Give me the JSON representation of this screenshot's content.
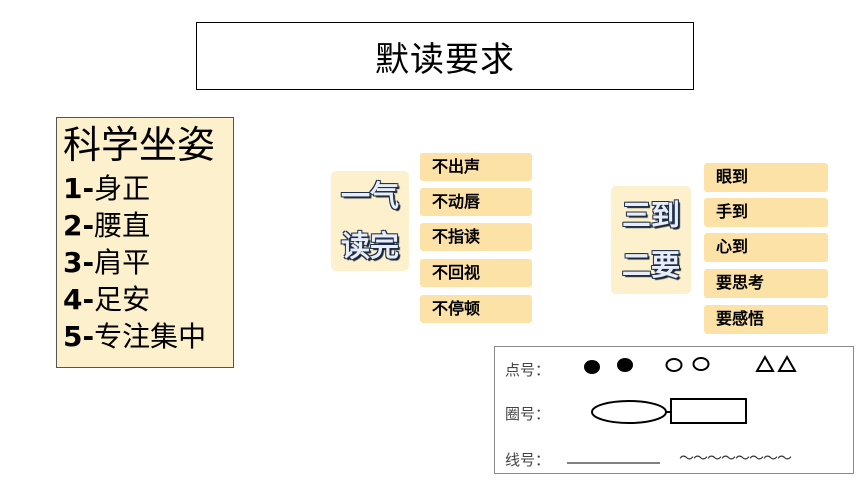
{
  "title": "默读要求",
  "posture": {
    "heading": "科学坐姿",
    "items": [
      {
        "num": "1-",
        "text": "身正"
      },
      {
        "num": "2-",
        "text": "腰直"
      },
      {
        "num": "3-",
        "text": "肩平"
      },
      {
        "num": "4-",
        "text": "足安"
      },
      {
        "num": "5-",
        "text": "专注集中"
      }
    ]
  },
  "section_a": {
    "label_line1": "一气",
    "label_line2": "读完",
    "tags": [
      "不出声",
      "不动唇",
      "不指读",
      "不回视",
      "不停顿"
    ]
  },
  "section_b": {
    "label_line1": "三到",
    "label_line2": "二要",
    "tags": [
      "眼到",
      "手到",
      "心到",
      "要思考",
      "要感悟"
    ]
  },
  "marks": {
    "dot_label": "点号：",
    "circle_label": "圈号：",
    "line_label": "线号：",
    "wave_text": "～～～～～～～～"
  },
  "colors": {
    "panel_bg": "#fdf0cc",
    "tag_bg": "#fde2a8",
    "label_outline": "#1f2f4a"
  }
}
